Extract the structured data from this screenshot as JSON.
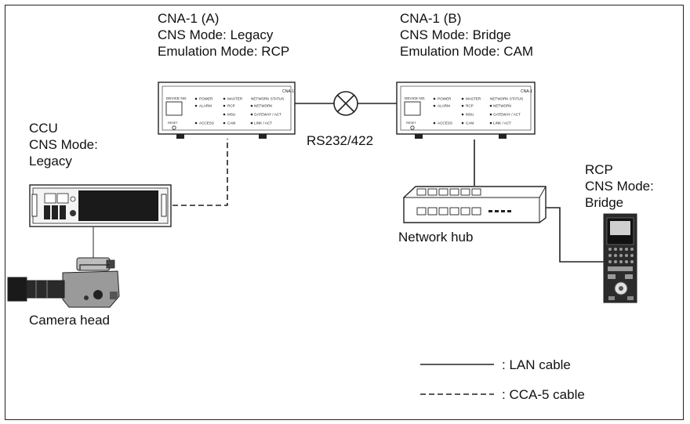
{
  "cna_a": {
    "title": "CNA-1 (A)",
    "cns_mode": "CNS Mode: Legacy",
    "emulation_mode": "Emulation Mode: RCP",
    "panel": {
      "model": "CNA-1",
      "device_no": "DEVICE NO.",
      "reset": "RESET",
      "col1": [
        "POWER",
        "ALARM",
        "ACCESS"
      ],
      "col2": [
        "MASTER",
        "RCP",
        "MSU",
        "CAM"
      ],
      "col3_header": "NETWORK STATUS",
      "col3": [
        "NETWORK",
        "GATEWAY / ACT",
        "LINK / ACT"
      ]
    }
  },
  "cna_b": {
    "title": "CNA-1 (B)",
    "cns_mode": "CNS Mode: Bridge",
    "emulation_mode": "Emulation Mode: CAM",
    "panel": {
      "model": "CNA-1",
      "device_no": "DEVICE NO.",
      "reset": "RESET",
      "col1": [
        "POWER",
        "ALARM",
        "ACCESS"
      ],
      "col2": [
        "MASTER",
        "RCP",
        "MSU",
        "CAM"
      ],
      "col3_header": "NETWORK STATUS",
      "col3": [
        "NETWORK",
        "GATEWAY / ACT",
        "LINK / ACT"
      ]
    }
  },
  "ccu": {
    "title": "CCU",
    "cns_line1": "CNS Mode:",
    "cns_line2": "Legacy"
  },
  "rcp": {
    "title": "RCP",
    "cns_line1": "CNS Mode:",
    "cns_line2": "Bridge"
  },
  "serial_link": {
    "label": "RS232/422"
  },
  "network_hub": {
    "label": "Network hub"
  },
  "camera_head": {
    "label": "Camera head"
  },
  "legend": {
    "lan": ": LAN cable",
    "cca5": ": CCA-5 cable"
  }
}
